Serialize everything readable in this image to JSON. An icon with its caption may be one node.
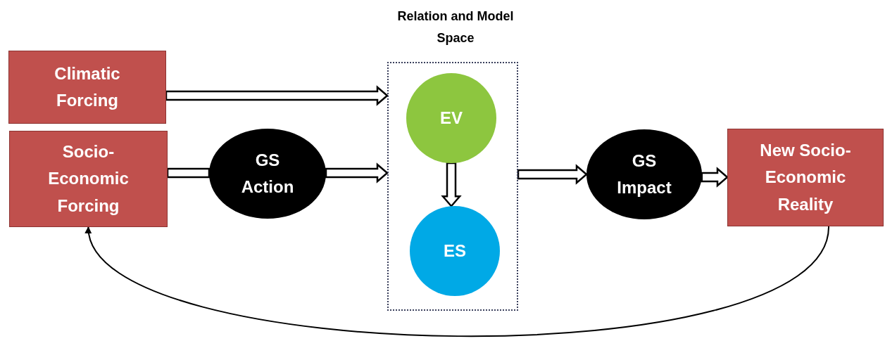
{
  "diagram": {
    "nodes": [
      {
        "text": [
          "Climatic Forcing"
        ]
      },
      {
        "text": [
          "Socio-Economic Forcing"
        ]
      },
      {
        "text": [
          "GS Action"
        ]
      },
      {
        "text": [
          "Relation and Model Space"
        ]
      },
      {
        "text": [
          "EV"
        ],
        "in": 3
      },
      {
        "text": [
          "ES"
        ],
        "in": 3
      },
      {
        "text": [
          "GS Impact"
        ]
      },
      {
        "text": [
          "New Socio-Economic Reality"
        ]
      }
    ],
    "edges": [
      {
        "from": 0,
        "to": 3,
        "arrow": "to"
      },
      {
        "from": 1,
        "to": 2,
        "arrow": "none"
      },
      {
        "from": 2,
        "to": 3,
        "arrow": "to"
      },
      {
        "from": 4,
        "to": 5,
        "arrow": "to"
      },
      {
        "from": 3,
        "to": 6,
        "arrow": "to"
      },
      {
        "from": 6,
        "to": 7,
        "arrow": "to"
      },
      {
        "from": 7,
        "to": 1,
        "arrow": "to"
      }
    ]
  }
}
